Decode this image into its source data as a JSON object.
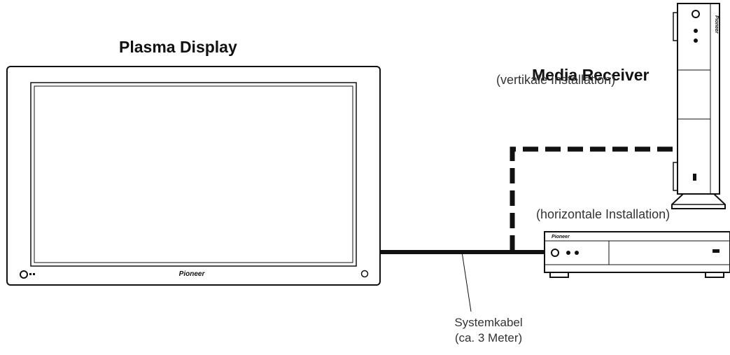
{
  "display": {
    "title": "Plasma Display",
    "brand": "Pioneer"
  },
  "media_receiver": {
    "title": "Media Receiver",
    "vertical_label": "(vertikale Installation)",
    "horizontal_label": "(horizontale Installation)",
    "brand": "Pioneer"
  },
  "cable": {
    "label_line1": "Systemkabel",
    "label_line2": "(ca. 3 Meter)"
  },
  "colors": {
    "line": "#111111",
    "frame": "#ffffff"
  }
}
